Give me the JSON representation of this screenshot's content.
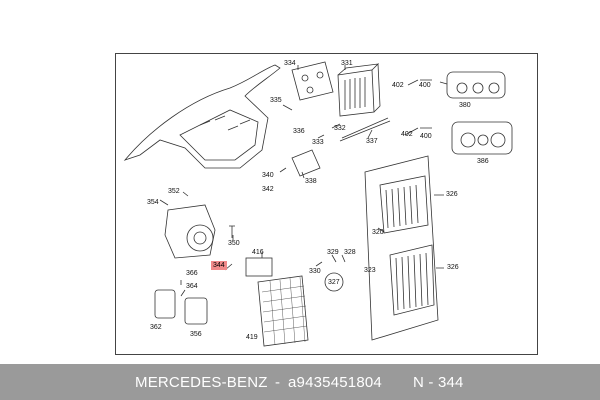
{
  "labels": {
    "l334": "334",
    "l331": "331",
    "l402a": "402",
    "l400a": "400",
    "l380": "380",
    "l335": "335",
    "l336": "336",
    "l332": "332",
    "l333": "333",
    "l337": "337",
    "l402b": "402",
    "l400b": "400",
    "l386": "386",
    "l340": "340",
    "l338": "338",
    "l342": "342",
    "l352": "352",
    "l354": "354",
    "l326a": "326",
    "l320": "320",
    "l350": "350",
    "l416": "416",
    "l329": "329",
    "l328": "328",
    "l344": "344",
    "l330": "330",
    "l327": "327",
    "l323": "323",
    "l326b": "326",
    "l366": "366",
    "l364": "364",
    "l362": "362",
    "l356": "356",
    "l419": "419"
  },
  "caption": {
    "brand": "MERCEDES-BENZ",
    "separator": "-",
    "part_number": "a9435451804",
    "position": "N - 344"
  },
  "colors": {
    "highlight": "#f08a8a",
    "caption_bar": "#9a9a9a",
    "line": "#333333"
  }
}
